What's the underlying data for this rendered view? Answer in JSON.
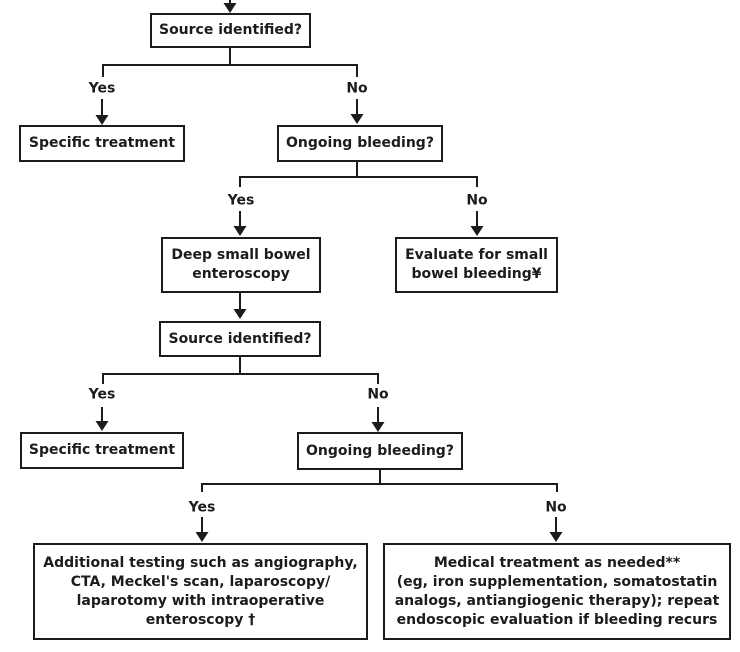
{
  "diagram": {
    "type": "flowchart",
    "colors": {
      "line": "#1c1c1c",
      "background": "#ffffff",
      "box_border": "#1c1c1c",
      "text": "#1c1c1c"
    },
    "nodes": {
      "source_identified_1": {
        "label": "Source identified?"
      },
      "specific_treatment_1": {
        "label": "Specific treatment"
      },
      "ongoing_bleeding_1": {
        "label": "Ongoing bleeding?"
      },
      "deep_small_bowel_enteroscopy": {
        "label": "Deep small bowel\nenteroscopy"
      },
      "evaluate_small_bowel_bleeding": {
        "label": "Evaluate for small\nbowel bleeding¥"
      },
      "source_identified_2": {
        "label": "Source identified?"
      },
      "specific_treatment_2": {
        "label": "Specific treatment"
      },
      "ongoing_bleeding_2": {
        "label": "Ongoing bleeding?"
      },
      "additional_testing": {
        "label": "Additional testing such as angiography,\nCTA, Meckel's scan, laparoscopy/\nlaparotomy with intraoperative\nenteroscopy †"
      },
      "medical_treatment": {
        "label": "Medical treatment as needed**\n(eg, iron supplementation, somatostatin\nanalogs, antiangiogenic therapy); repeat\nendoscopic evaluation if bleeding recurs"
      }
    },
    "edges": [
      {
        "from": "",
        "to": "source_identified_1",
        "label": ""
      },
      {
        "from": "source_identified_1",
        "to": "specific_treatment_1",
        "label": "Yes"
      },
      {
        "from": "source_identified_1",
        "to": "ongoing_bleeding_1",
        "label": "No"
      },
      {
        "from": "ongoing_bleeding_1",
        "to": "deep_small_bowel_enteroscopy",
        "label": "Yes"
      },
      {
        "from": "ongoing_bleeding_1",
        "to": "evaluate_small_bowel_bleeding",
        "label": "No"
      },
      {
        "from": "deep_small_bowel_enteroscopy",
        "to": "source_identified_2",
        "label": ""
      },
      {
        "from": "source_identified_2",
        "to": "specific_treatment_2",
        "label": "Yes"
      },
      {
        "from": "source_identified_2",
        "to": "ongoing_bleeding_2",
        "label": "No"
      },
      {
        "from": "ongoing_bleeding_2",
        "to": "additional_testing",
        "label": "Yes"
      },
      {
        "from": "ongoing_bleeding_2",
        "to": "medical_treatment",
        "label": "No"
      }
    ]
  }
}
